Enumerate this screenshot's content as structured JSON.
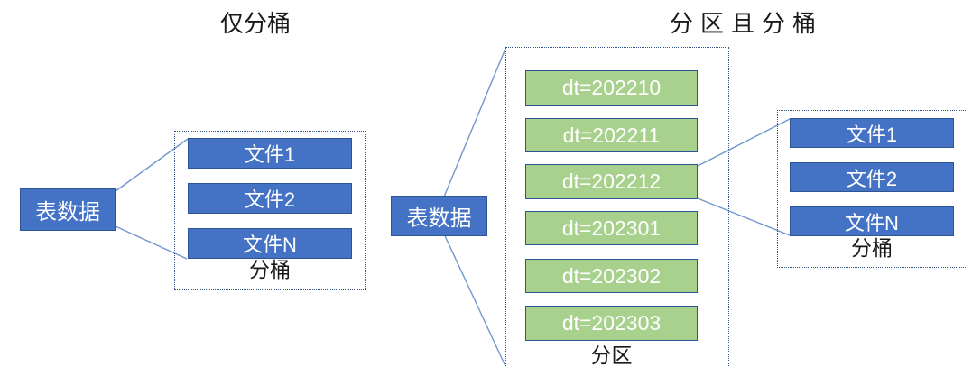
{
  "colors": {
    "box_blue_fill": "#4472C4",
    "box_blue_border": "#2F5496",
    "box_green_fill": "#A9D18E",
    "box_green_border": "#2F5496",
    "dotted_group_border": "#33518E",
    "connector_line": "#7296CE",
    "box_text": "#FFFFFF",
    "label_text": "#1A1A1A"
  },
  "left_diagram": {
    "title": "仅分桶",
    "source": "表数据",
    "files": [
      "文件1",
      "文件2",
      "文件N"
    ],
    "group_label": "分桶"
  },
  "right_diagram": {
    "title": "分区且分桶",
    "source": "表数据",
    "partitions": [
      "dt=202210",
      "dt=202211",
      "dt=202212",
      "dt=202301",
      "dt=202302",
      "dt=202303"
    ],
    "partition_group_label": "分区",
    "files": [
      "文件1",
      "文件2",
      "文件N"
    ],
    "bucket_group_label": "分桶"
  }
}
